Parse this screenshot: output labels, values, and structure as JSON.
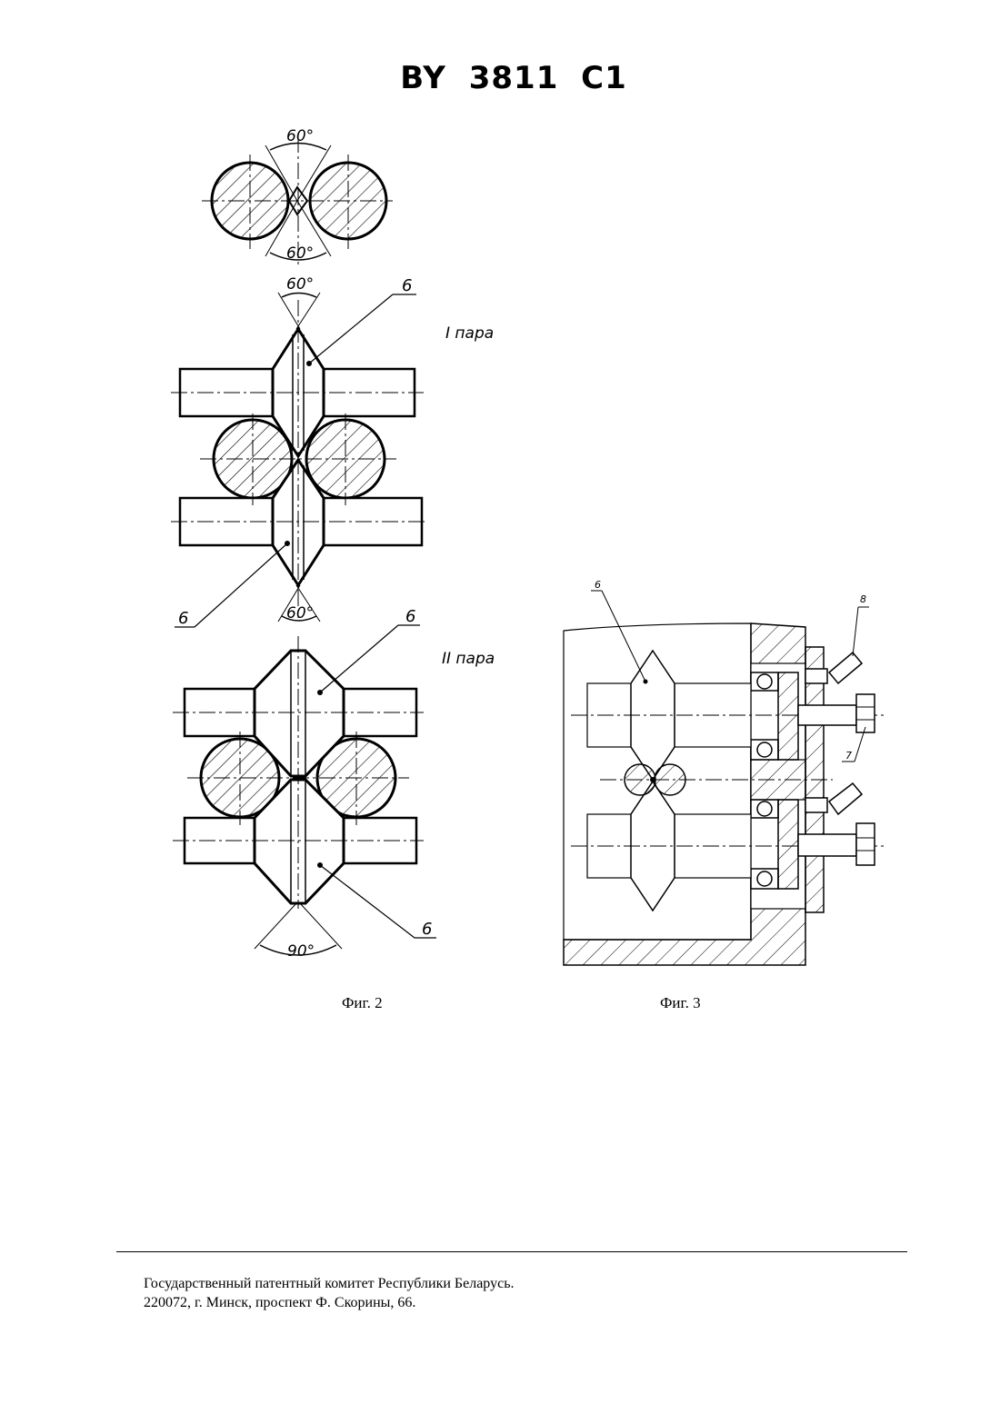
{
  "document": {
    "patent_number": "BY 3811 C1"
  },
  "figures": {
    "fig2": {
      "caption": "Фиг. 2",
      "angle_top_pair_upper": "60°",
      "angle_top_pair_lower": "60°",
      "angle_pair1_top": "60°",
      "angle_pair1_bottom": "60°",
      "angle_pair2_bottom": "90°",
      "pair1_label": "I пара",
      "pair2_label": "II пара",
      "callout_6_a": "6",
      "callout_6_b": "6",
      "callout_6_c": "6",
      "callout_6_d": "6"
    },
    "fig3": {
      "caption": "Фиг. 3",
      "callout_6": "6",
      "callout_7": "7",
      "callout_8": "8"
    }
  },
  "footer": {
    "line1": "Государственный патентный комитет Республики Беларусь.",
    "line2": "220072, г. Минск, проспект Ф. Скорины, 66."
  }
}
